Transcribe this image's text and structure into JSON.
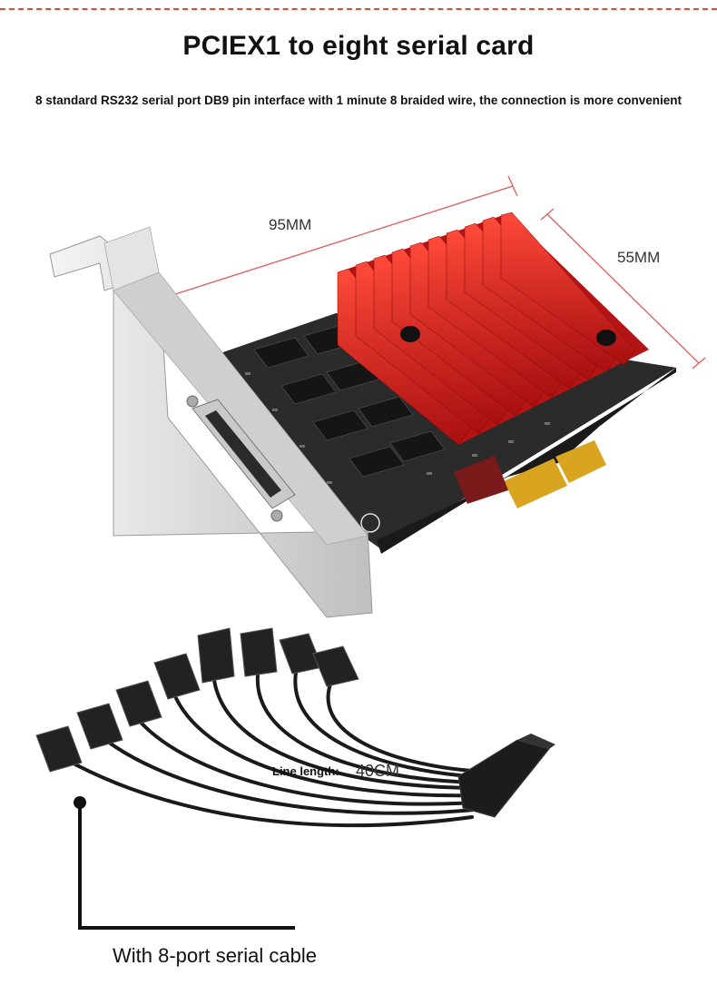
{
  "header": {
    "title": "PCIEX1 to eight serial card",
    "subtitle": "8 standard RS232 serial port DB9 pin interface with 1 minute 8 braided wire, the connection is more convenient"
  },
  "card": {
    "length_label": "95MM",
    "width_label": "55MM"
  },
  "cable": {
    "line_length_label": "Line length:",
    "line_length_value": "40CM",
    "caption": "With 8-port serial cable"
  },
  "colors": {
    "accent_dash": "#e0483c",
    "heatsink_red": "#d21a1a",
    "pcb": "#2b2b2b",
    "gold_contacts": "#d9a520",
    "cable_black": "#1a1a1a"
  }
}
